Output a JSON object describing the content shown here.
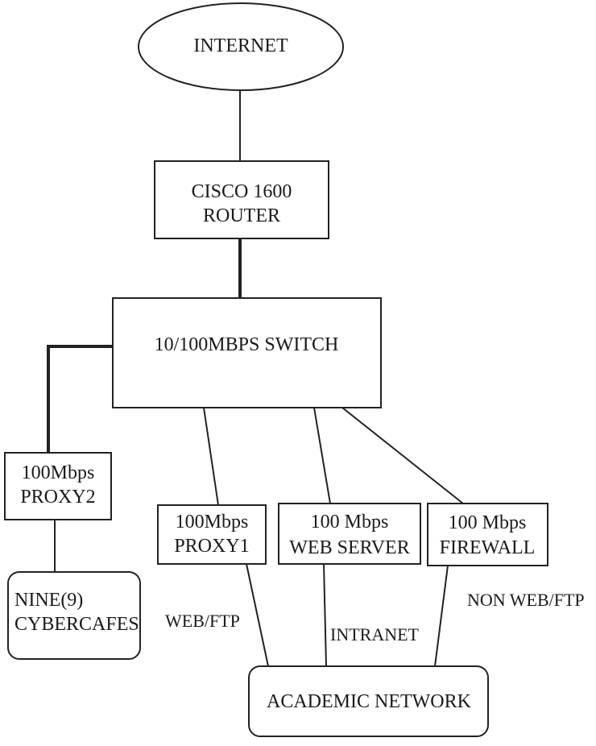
{
  "nodes": {
    "internet": {
      "lines": [
        "INTERNET"
      ]
    },
    "router": {
      "lines": [
        "CISCO 1600",
        "ROUTER"
      ]
    },
    "switch": {
      "lines": [
        "10/100MBPS SWITCH"
      ]
    },
    "proxy2": {
      "lines": [
        "100Mbps",
        "PROXY2"
      ]
    },
    "proxy1": {
      "lines": [
        "100Mbps",
        "PROXY1"
      ]
    },
    "web_server": {
      "lines": [
        "100 Mbps",
        "WEB  SERVER"
      ]
    },
    "firewall": {
      "lines": [
        "100 Mbps",
        "FIREWALL"
      ]
    },
    "cyber_cafes": {
      "lines": [
        "NINE(9)",
        "CYBERCAFES"
      ]
    },
    "academic_network": {
      "lines": [
        "ACADEMIC NETWORK"
      ]
    }
  },
  "edge_labels": {
    "web_ftp": "WEB/FTP",
    "intranet": "INTRANET",
    "non_web_ftp": "NON WEB/FTP"
  }
}
